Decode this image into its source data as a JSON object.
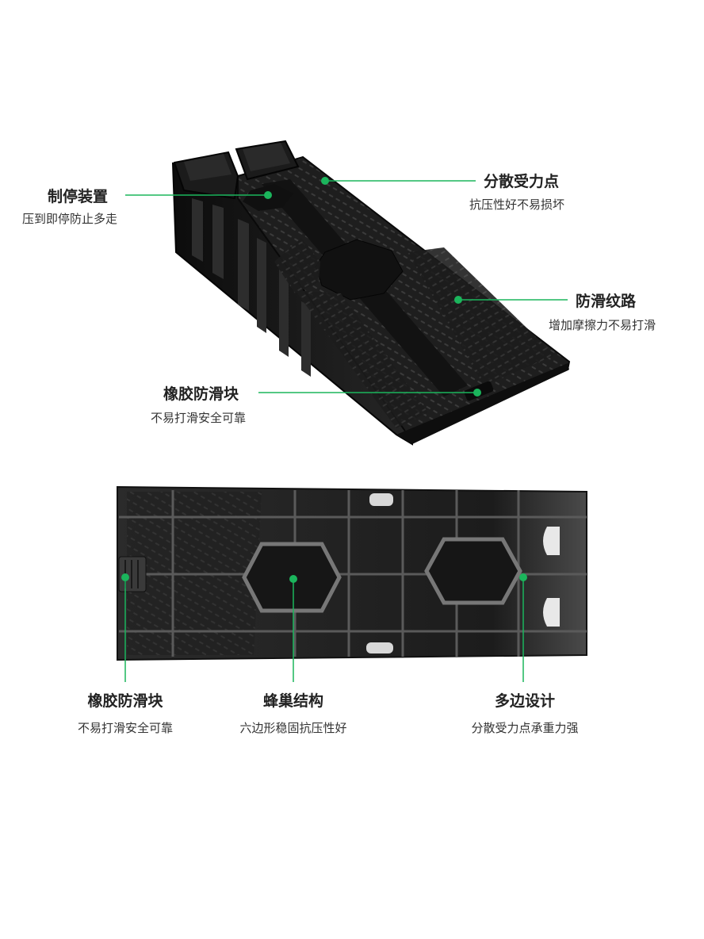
{
  "callouts": {
    "brake": {
      "title": "制停装置",
      "sub": "压到即停防止多走"
    },
    "disperse": {
      "title": "分散受力点",
      "sub": "抗压性好不易损坏"
    },
    "antislip_texture": {
      "title": "防滑纹路",
      "sub": "增加摩擦力不易打滑"
    },
    "rubber_top": {
      "title": "橡胶防滑块",
      "sub": "不易打滑安全可靠"
    },
    "rubber_bottom": {
      "title": "橡胶防滑块",
      "sub": "不易打滑安全可靠"
    },
    "honeycomb": {
      "title": "蜂巢结构",
      "sub": "六边形稳固抗压性好"
    },
    "polygon": {
      "title": "多边设计",
      "sub": "分散受力点承重力强"
    }
  },
  "colors": {
    "accent": "#1bb55c",
    "ramp_dark": "#141414",
    "ramp_mid": "#242424",
    "ramp_light": "#3a3a3a"
  }
}
